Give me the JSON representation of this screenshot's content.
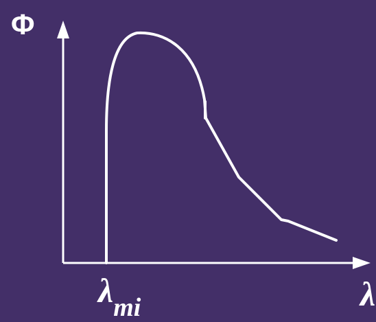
{
  "diagram": {
    "y_axis_label": "Φ",
    "x_axis_label": "λ",
    "x_marker_label_main": "λ",
    "x_marker_label_sub": "mi"
  },
  "colors": {
    "background": "#432f68",
    "foreground": "#ffffff"
  }
}
